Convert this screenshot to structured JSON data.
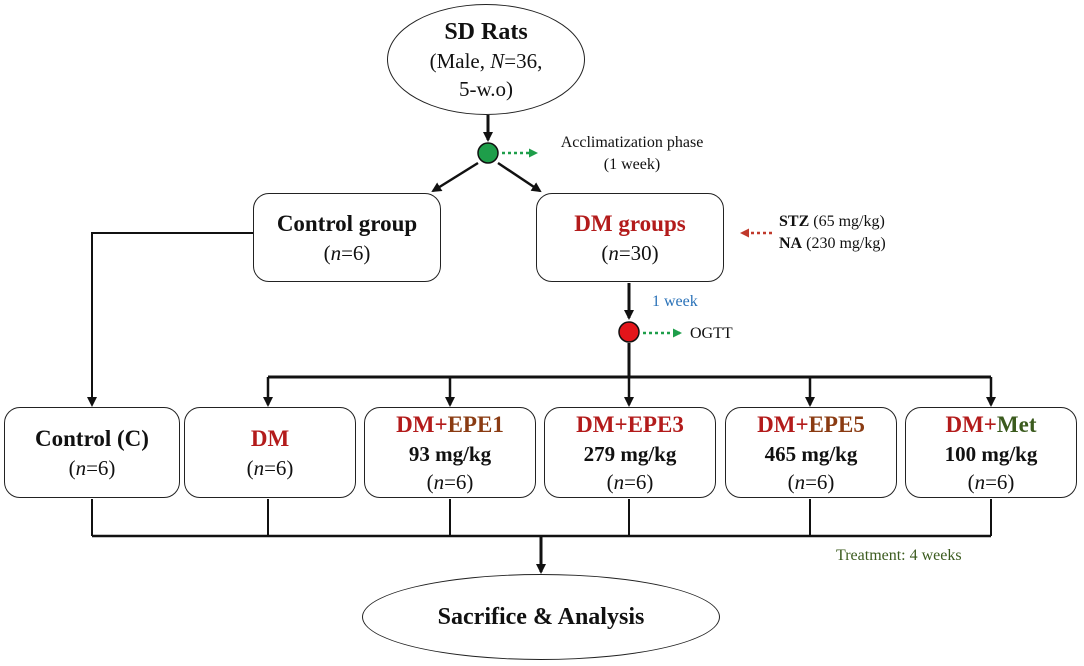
{
  "start": {
    "title": "SD Rats",
    "line2_pre": "(Male, ",
    "line2_n": "N",
    "line2_post": "=36,",
    "line3": "5-w.o)"
  },
  "acclimatization": {
    "line1": "Acclimatization phase",
    "line2": "(1 week)"
  },
  "control_group": {
    "title": "Control group",
    "n_letter": "n",
    "n_value": "=6)",
    "n_open": "("
  },
  "dm_groups": {
    "title": "DM groups",
    "n_open": "(",
    "n_letter": "n",
    "n_value": "=30)"
  },
  "induction": {
    "stz_label": "STZ",
    "stz_dose": " (65 mg/kg)",
    "na_label": "NA",
    "na_dose": " (230 mg/kg)"
  },
  "one_week": "1 week",
  "ogtt": "OGTT",
  "treatment_groups": [
    {
      "title_a": "Control (C)",
      "title_b": "",
      "dose": "",
      "n_open": "(",
      "n_letter": "n",
      "n_value": "=6)"
    },
    {
      "title_a": "DM",
      "title_b": "",
      "dose": "",
      "n_open": "(",
      "n_letter": "n",
      "n_value": "=6)"
    },
    {
      "title_a": "DM+",
      "title_b": "EPE1",
      "dose": "93 mg/kg",
      "n_open": "(",
      "n_letter": "n",
      "n_value": "=6)"
    },
    {
      "title_a": "DM+",
      "title_b": "EPE3",
      "dose": "279 mg/kg",
      "n_open": "(",
      "n_letter": "n",
      "n_value": "=6)"
    },
    {
      "title_a": "DM+",
      "title_b": "EPE5",
      "dose": "465 mg/kg",
      "n_open": "(",
      "n_letter": "n",
      "n_value": "=6)"
    },
    {
      "title_a": "DM+",
      "title_b": "Met",
      "dose": "100 mg/kg",
      "n_open": "(",
      "n_letter": "n",
      "n_value": "=6)"
    }
  ],
  "treatment_duration": "Treatment: 4 weeks",
  "end": {
    "title": "Sacrifice & Analysis"
  },
  "colors": {
    "dm_red": "#b31b1b",
    "epe_brown": "#8a3b12",
    "met_green": "#3b5b1e",
    "green_dot": "#1e9e4a",
    "red_dot": "#e3151a",
    "blue_text": "#2a72b8",
    "arrow_red": "#c0392b"
  }
}
